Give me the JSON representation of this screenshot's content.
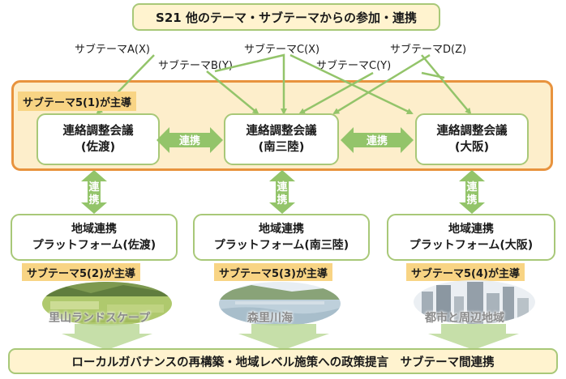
{
  "title": "S21 他のテーマ・サブテーマからの参加・連携",
  "sub_themes": {
    "a": "サブテーマA(X)",
    "b": "サブテーマB(Y)",
    "c_x": "サブテーマC(X)",
    "c_y": "サブテーマC(Y)",
    "d": "サブテーマD(Z)"
  },
  "lead_main": "サブテーマ5(1)が主導",
  "councils": [
    {
      "line1": "連絡調整会議",
      "line2": "(佐渡)"
    },
    {
      "line1": "連絡調整会議",
      "line2": "(南三陸)"
    },
    {
      "line1": "連絡調整会議",
      "line2": "(大阪)"
    }
  ],
  "link_label": "連携",
  "link_vertical": [
    "連",
    "携"
  ],
  "platforms": [
    {
      "line1": "地域連携",
      "line2": "プラットフォーム(佐渡)",
      "lead": "サブテーマ5(2)が主導",
      "photo_caption": "里山ランドスケープ"
    },
    {
      "line1": "地域連携",
      "line2": "プラットフォーム(南三陸)",
      "lead": "サブテーマ5(3)が主導",
      "photo_caption": "森里川海"
    },
    {
      "line1": "地域連携",
      "line2": "プラットフォーム(大阪)",
      "lead": "サブテーマ5(4)が主導",
      "photo_caption": "都市と周辺地域"
    }
  ],
  "bottom": "ローカルガバナンスの再構築・地域レベル施策への政策提言　サブテーマ間連携",
  "colors": {
    "green": "#a8c878",
    "arrow_green": "#93c46a",
    "orange": "#e8933e",
    "tag": "#f8d484",
    "cream": "#fff3cf"
  }
}
